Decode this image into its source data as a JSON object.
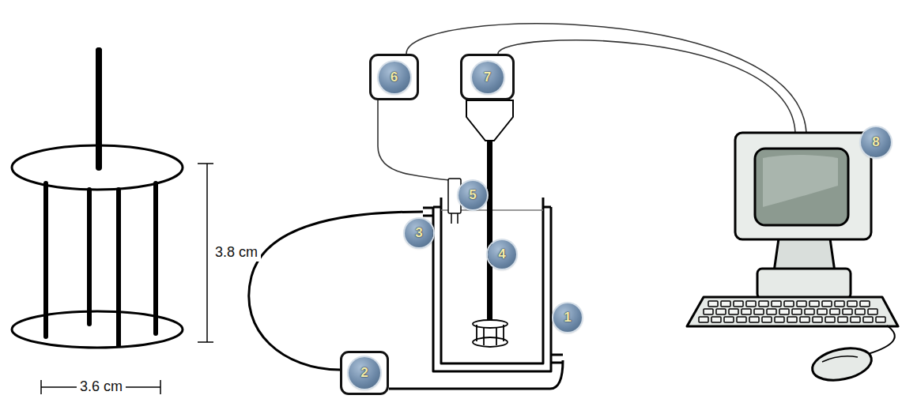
{
  "diagram": {
    "nodes": [
      {
        "text": [
          "6"
        ]
      },
      {
        "text": [
          "7"
        ]
      },
      {
        "text": [
          "8"
        ]
      },
      {
        "text": [
          "5"
        ]
      },
      {
        "text": [
          "3"
        ]
      },
      {
        "text": [
          "4"
        ]
      },
      {
        "text": [
          "1"
        ]
      },
      {
        "text": [
          "2"
        ]
      }
    ],
    "labels": [
      "3.8 cm",
      "3.6 cm"
    ]
  }
}
